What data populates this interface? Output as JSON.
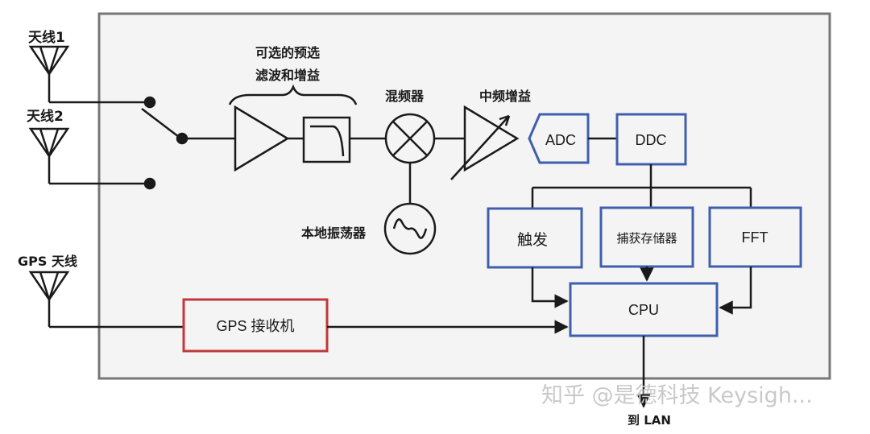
{
  "antennas": {
    "ant1_label": "天线1",
    "ant2_label": "天线2",
    "gps_label": "GPS 天线"
  },
  "filter_group": {
    "line1": "可选的预选",
    "line2": "滤波和增益"
  },
  "mixer_label": "混频器",
  "lo_label": "本地振荡器",
  "if_gain_label": "中频增益",
  "blocks": {
    "adc": "ADC",
    "ddc": "DDC",
    "trigger": "触发",
    "capture_memory": "捕获存储器",
    "fft": "FFT",
    "cpu": "CPU",
    "gps_receiver": "GPS 接收机"
  },
  "output_label": "到 LAN",
  "watermark": "知乎 @是德科技 Keysigh...",
  "colors": {
    "digital_block": "#3f5fae",
    "gps_block": "#c0393a",
    "frame": "#777777",
    "frame_fill": "#f4f4f4",
    "line": "#1a1a1a"
  }
}
